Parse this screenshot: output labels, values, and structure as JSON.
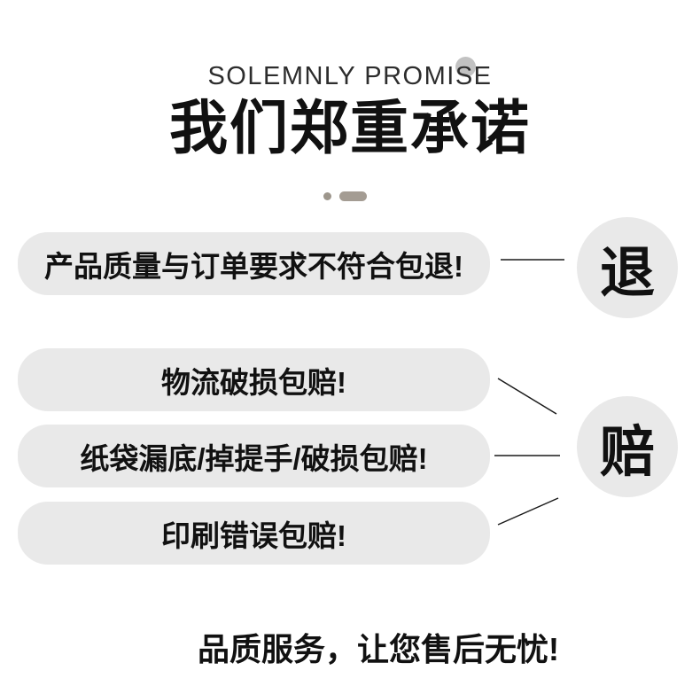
{
  "header": {
    "subtitle": "SOLEMNLY PROMISE",
    "title": "我们郑重承诺"
  },
  "refund": {
    "badge": "退",
    "items": [
      "产品质量与订单要求不符合包退!"
    ]
  },
  "compensation": {
    "badge": "赔",
    "items": [
      "物流破损包赔!",
      "纸袋漏底/掉提手/破损包赔!",
      "印刷错误包赔!"
    ]
  },
  "footer": {
    "slogan": "品质服务，让您售后无忧!"
  },
  "colors": {
    "pill_background": "#e9e9e9",
    "badge_background": "#e9e9e9",
    "text": "#111111",
    "subtitle_text": "#2d2d2d",
    "subtitle_dot": "#c2c2c2",
    "divider_dot": "#9d968c",
    "divider_bar": "#a49c93",
    "connector_line": "#1a1a1a",
    "page_background": "#ffffff"
  }
}
